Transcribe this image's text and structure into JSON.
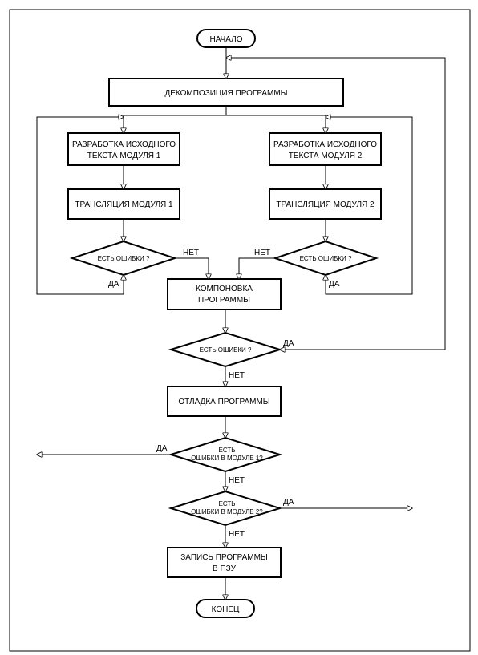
{
  "nodes": {
    "start": "НАЧАЛО",
    "decomp": "ДЕКОМПОЗИЦИЯ ПРОГРАММЫ",
    "dev1": [
      "РАЗРАБОТКА ИСХОДНОГО",
      "ТЕКСТА МОДУЛЯ 1"
    ],
    "dev2": [
      "РАЗРАБОТКА ИСХОДНОГО",
      "ТЕКСТА МОДУЛЯ 2"
    ],
    "trans1": "ТРАНСЛЯЦИЯ МОДУЛЯ 1",
    "trans2": "ТРАНСЛЯЦИЯ МОДУЛЯ 2",
    "err1": "ЕСТЬ ОШИБКИ ?",
    "err2": "ЕСТЬ ОШИБКИ ?",
    "link": [
      "КОМПОНОВКА",
      "ПРОГРАММЫ"
    ],
    "err_link": "ЕСТЬ ОШИБКИ ?",
    "debug": "ОТЛАДКА ПРОГРАММЫ",
    "err_mod1": [
      "ЕСТЬ",
      "ОШИБКИ В МОДУЛЕ 1?"
    ],
    "err_mod2": [
      "ЕСТЬ",
      "ОШИБКИ В МОДУЛЕ 2?"
    ],
    "write": [
      "ЗАПИСЬ ПРОГРАММЫ",
      "В ПЗУ"
    ],
    "end": "КОНЕЦ"
  },
  "edge_labels": {
    "yes": "ДА",
    "no": "НЕТ"
  }
}
